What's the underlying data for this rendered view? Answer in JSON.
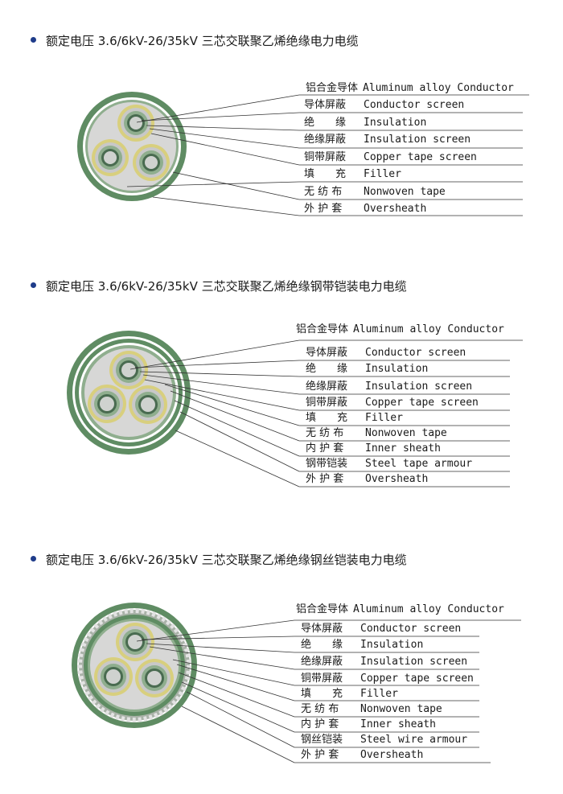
{
  "sections": [
    {
      "title": "额定电压 3.6/6kV-26/35kV 三芯交联聚乙烯绝缘电力电缆",
      "layers": [
        {
          "cn": "铝合金导体",
          "en": "Aluminum alloy Conductor"
        },
        {
          "cn": "导体屏蔽",
          "en": "Conductor screen"
        },
        {
          "cn": "绝　　缘",
          "en": "Insulation"
        },
        {
          "cn": "绝缘屏蔽",
          "en": "Insulation screen"
        },
        {
          "cn": "铜带屏蔽",
          "en": "Copper tape screen"
        },
        {
          "cn": "填　　充",
          "en": "Filler"
        },
        {
          "cn": "无 纺 布",
          "en": "Nonwoven tape"
        },
        {
          "cn": "外 护 套",
          "en": "Oversheath"
        }
      ]
    },
    {
      "title": "额定电压 3.6/6kV-26/35kV 三芯交联聚乙烯绝缘钢带铠装电力电缆",
      "layers": [
        {
          "cn": "铝合金导体",
          "en": "Aluminum alloy Conductor"
        },
        {
          "cn": "导体屏蔽",
          "en": "Conductor screen"
        },
        {
          "cn": "绝　　缘",
          "en": "Insulation"
        },
        {
          "cn": "绝缘屏蔽",
          "en": "Insulation screen"
        },
        {
          "cn": "铜带屏蔽",
          "en": "Copper tape screen"
        },
        {
          "cn": "填　　充",
          "en": "Filler"
        },
        {
          "cn": "无 纺 布",
          "en": "Nonwoven tape"
        },
        {
          "cn": "内 护 套",
          "en": "Inner sheath"
        },
        {
          "cn": "钢带铠装",
          "en": "Steel tape armour"
        },
        {
          "cn": "外 护 套",
          "en": "Oversheath"
        }
      ]
    },
    {
      "title": "额定电压 3.6/6kV-26/35kV 三芯交联聚乙烯绝缘钢丝铠装电力电缆",
      "layers": [
        {
          "cn": "铝合金导体",
          "en": "Aluminum alloy Conductor"
        },
        {
          "cn": "导体屏蔽",
          "en": "Conductor screen"
        },
        {
          "cn": "绝　　缘",
          "en": "Insulation"
        },
        {
          "cn": "绝缘屏蔽",
          "en": "Insulation screen"
        },
        {
          "cn": "铜带屏蔽",
          "en": "Copper tape screen"
        },
        {
          "cn": "填　　充",
          "en": "Filler"
        },
        {
          "cn": "无 纺 布",
          "en": "Nonwoven tape"
        },
        {
          "cn": "内 护 套",
          "en": "Inner sheath"
        },
        {
          "cn": "钢丝铠装",
          "en": "Steel wire armour"
        },
        {
          "cn": "外 护 套",
          "en": "Oversheath"
        }
      ]
    }
  ]
}
